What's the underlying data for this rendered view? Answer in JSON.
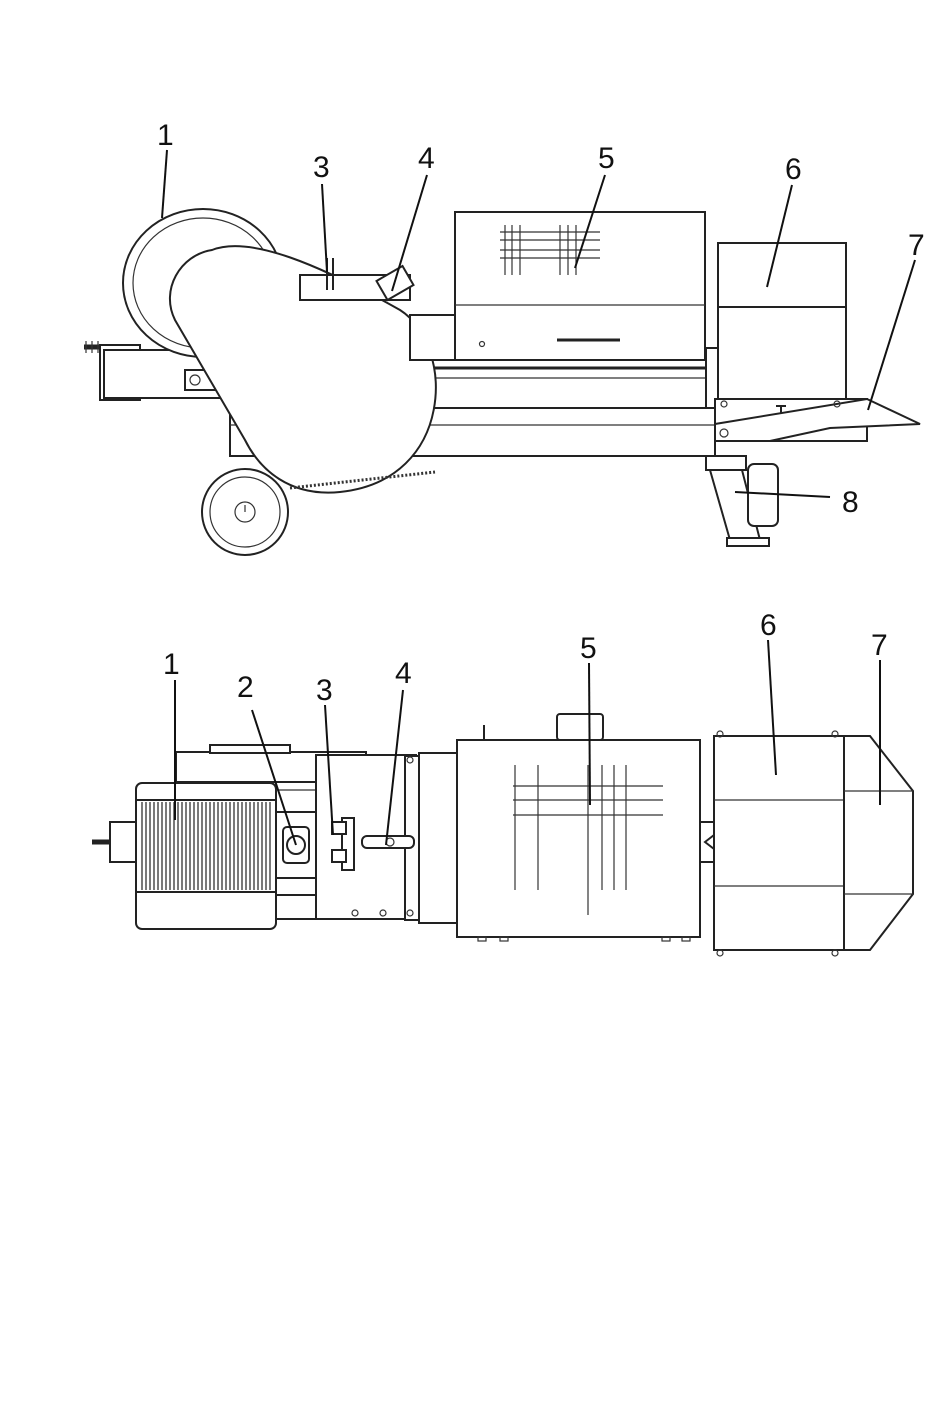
{
  "side_view": {
    "labels": [
      "1",
      "3",
      "4",
      "5",
      "6",
      "7",
      "8"
    ]
  },
  "top_view": {
    "labels": [
      "1",
      "2",
      "3",
      "4",
      "5",
      "6",
      "7"
    ]
  }
}
